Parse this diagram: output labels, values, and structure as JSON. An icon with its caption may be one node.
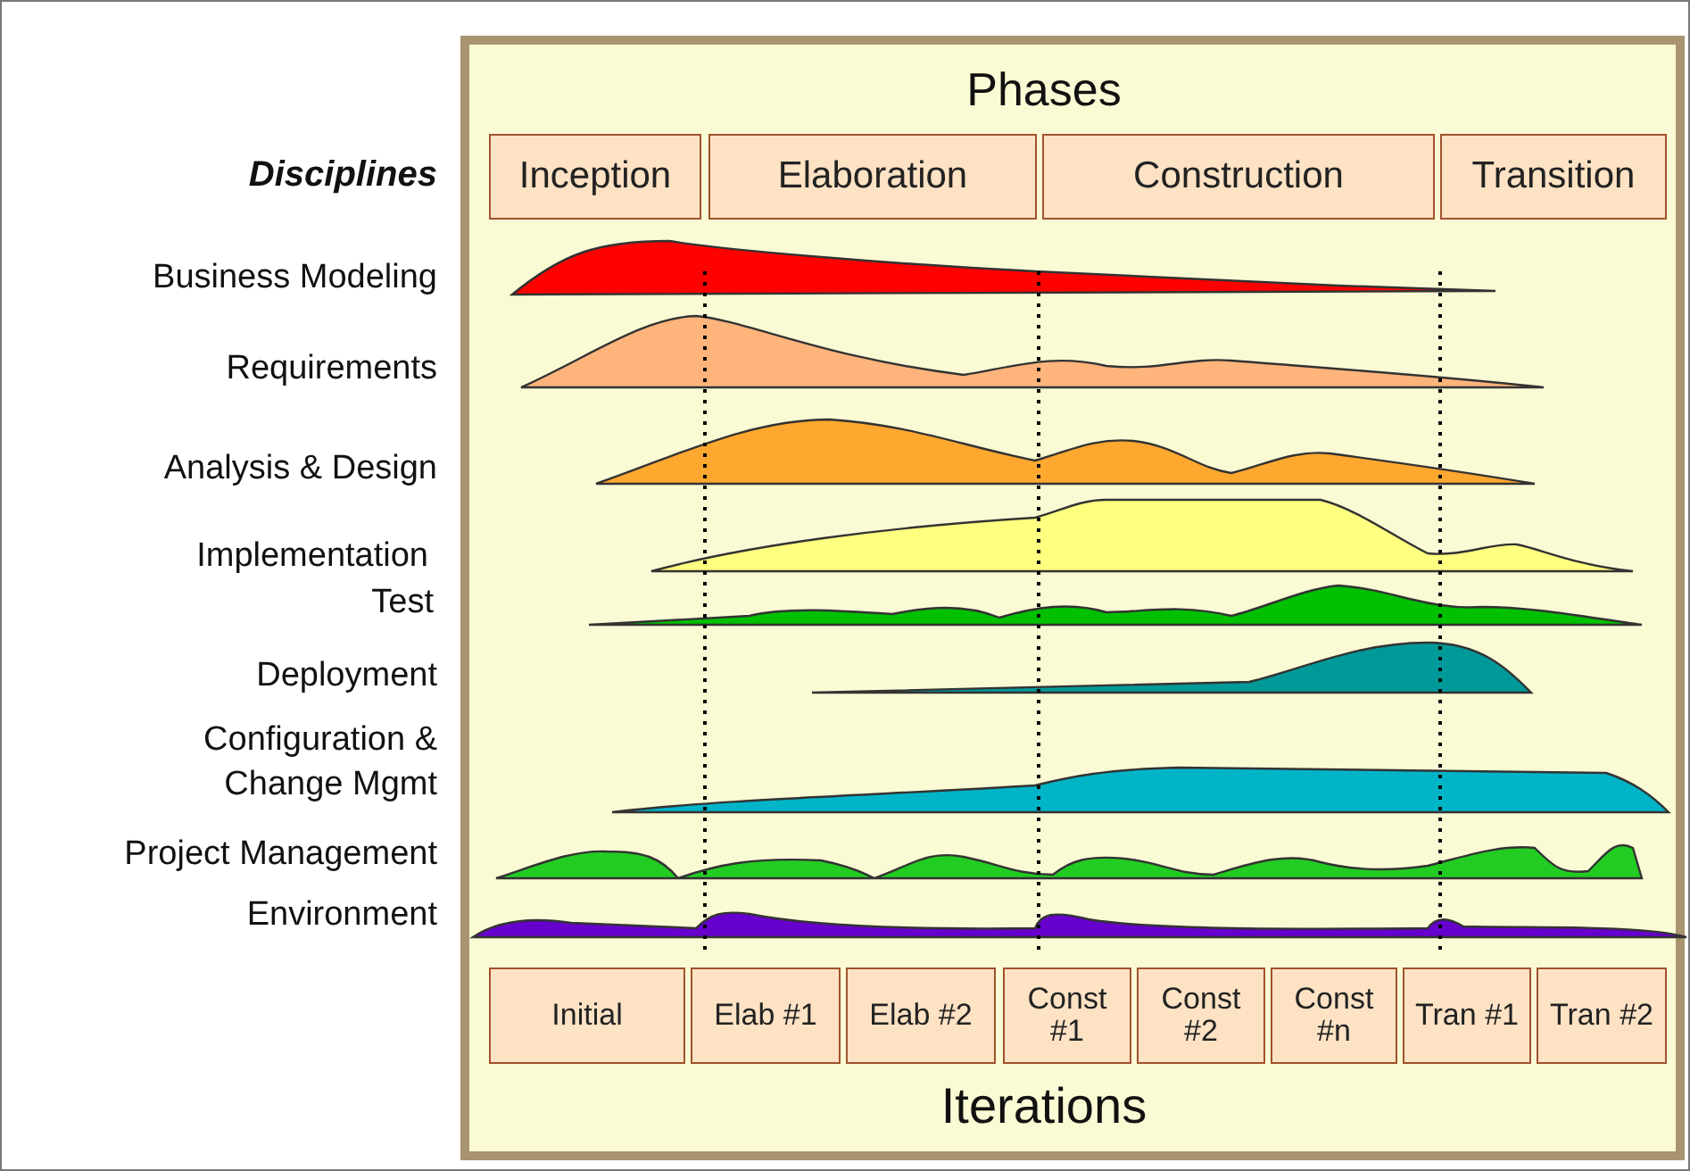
{
  "diagram": {
    "nodes": [
      {
        "text": [
          "Inception"
        ]
      },
      {
        "text": [
          "Elaboration"
        ]
      },
      {
        "text": [
          "Construction"
        ]
      },
      {
        "text": [
          "Transition"
        ]
      },
      {
        "text": [
          "Initial"
        ]
      },
      {
        "text": [
          "Elab #1"
        ]
      },
      {
        "text": [
          "Elab #2"
        ]
      },
      {
        "text": [
          "Const #1"
        ]
      },
      {
        "text": [
          "Const #2"
        ]
      },
      {
        "text": [
          "Const #n"
        ]
      },
      {
        "text": [
          "Tran #1"
        ]
      },
      {
        "text": [
          "Tran #2"
        ]
      }
    ],
    "labels": [
      "Phases",
      "Disciplines",
      "Business Modeling",
      "Requirements",
      "Analysis & Design",
      "Implementation",
      "Test",
      "Deployment",
      "Configuration & Change Mgmt",
      "Project Management",
      "Environment",
      "Iterations"
    ]
  }
}
